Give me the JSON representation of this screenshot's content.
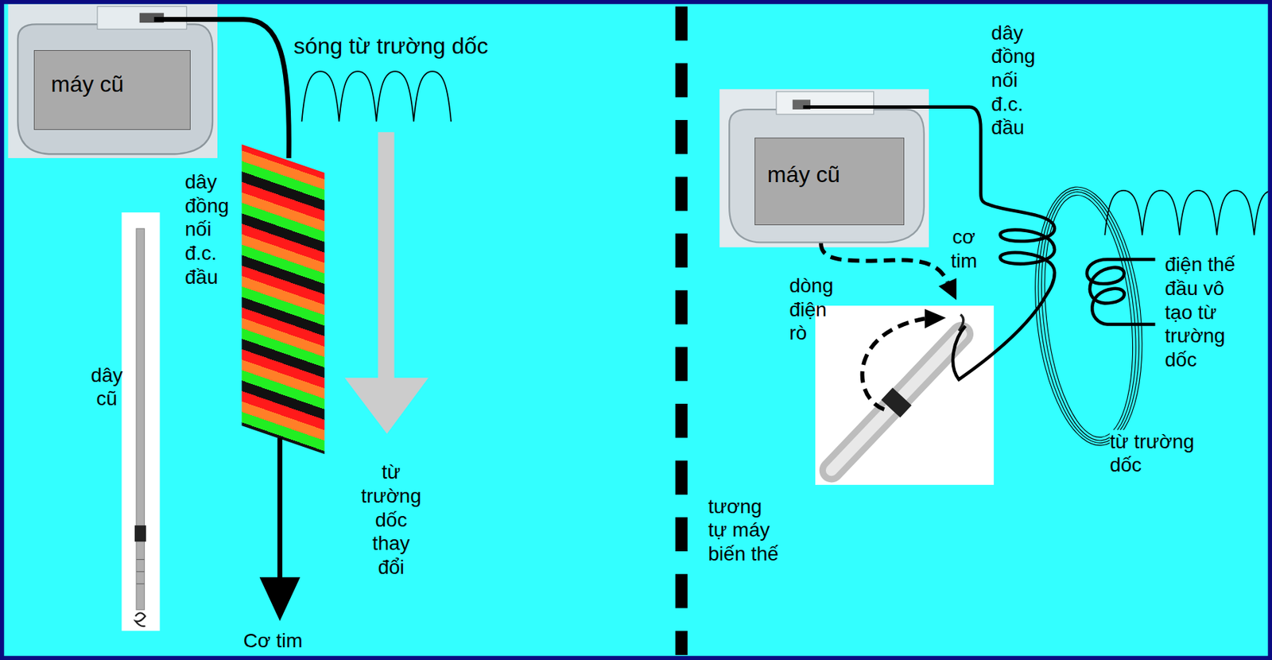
{
  "diagram": {
    "nodes": [
      {
        "text": [
          "máy cũ"
        ]
      },
      {
        "text": [
          "máy cũ"
        ]
      }
    ],
    "labels": [
      "sóng từ trường dốc",
      "dây đồng nối đ.c. đầu",
      "dây cũ",
      "từ trường dốc thay đổi",
      "Cơ tim",
      "dây đồng nối đ.c. đầu",
      "cơ tim",
      "dòng điện rò",
      "điện thế đầu vô tạo từ trường dốc",
      "từ trường dốc",
      "tương tự máy biến thế"
    ]
  }
}
